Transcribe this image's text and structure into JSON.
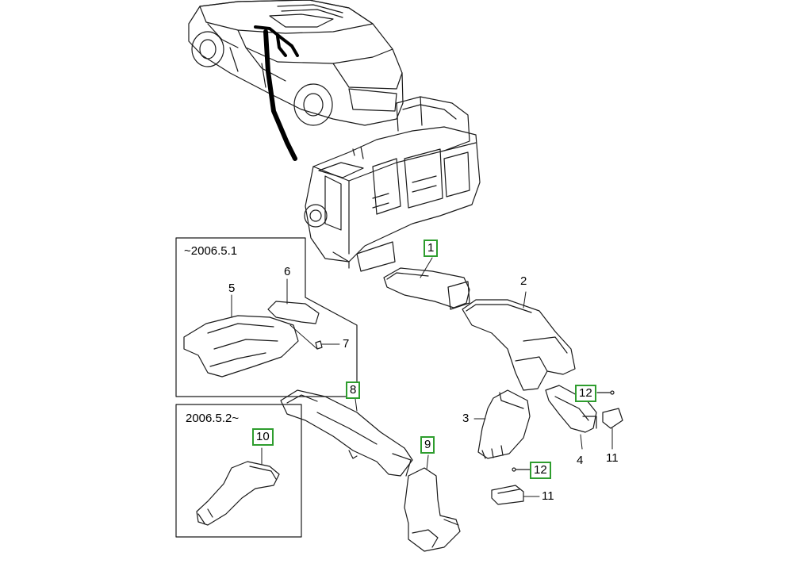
{
  "insets": {
    "early": {
      "label": "~2006.5.1"
    },
    "late": {
      "label": "2006.5.2~"
    }
  },
  "callouts": {
    "c1": "1",
    "c2": "2",
    "c3": "3",
    "c4": "4",
    "c5": "5",
    "c6": "6",
    "c7": "7",
    "c8": "8",
    "c9": "9",
    "c10": "10",
    "c11a": "11",
    "c11b": "11",
    "c12a": "12",
    "c12b": "12"
  },
  "colors": {
    "highlight_box": "#2e9d2e",
    "line": "#1a1a1a",
    "harness": "#000000"
  }
}
